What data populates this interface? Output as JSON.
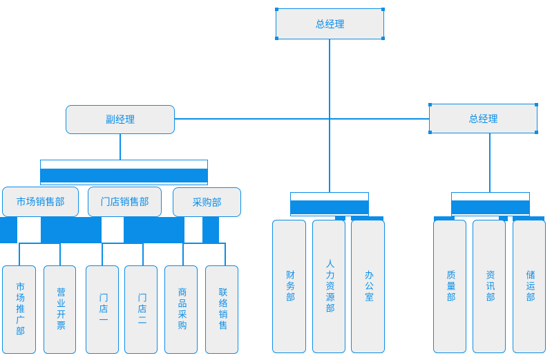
{
  "colors": {
    "accent": "#0a8ee8",
    "box_fill": "#eeeeee",
    "background": "#ffffff"
  },
  "nodes": {
    "top_manager": "总经理",
    "deputy_manager": "副经理",
    "right_manager": "总经理",
    "left_depts": [
      "市场销售部",
      "门店销售部",
      "采购部"
    ],
    "left_teams": [
      "市场推广部",
      "营业开票",
      "门店一",
      "门店二",
      "商品采购",
      "联络销售"
    ],
    "mid_depts": [
      "财务部",
      "人力资源部",
      "办公室"
    ],
    "right_depts": [
      "质量部",
      "资讯部",
      "储运部"
    ]
  }
}
